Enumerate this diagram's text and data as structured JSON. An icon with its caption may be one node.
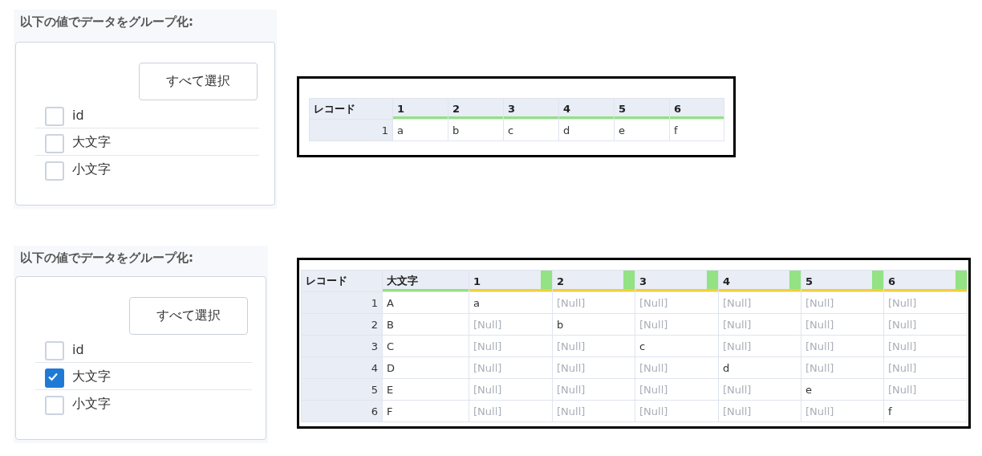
{
  "diagram": {
    "nodes": [
      {
        "text": [
          "以下の値でデータをグループ化:"
        ]
      },
      {
        "text": [
          "すべて選択"
        ],
        "in": 0
      },
      {
        "text": [
          "id"
        ],
        "in": 0
      },
      {
        "text": [],
        "shape": "box",
        "in": 2
      },
      {
        "text": [
          "大文字"
        ],
        "in": 0
      },
      {
        "text": [],
        "shape": "box",
        "in": 4
      },
      {
        "text": [
          "小文字"
        ],
        "in": 0
      },
      {
        "text": [],
        "shape": "box",
        "in": 6
      },
      {
        "text": [
          "以下の値でデータをグループ化:"
        ]
      },
      {
        "text": [
          "すべて選択"
        ],
        "in": 8
      },
      {
        "text": [
          "id"
        ],
        "in": 8
      },
      {
        "text": [],
        "shape": "box",
        "in": 10
      },
      {
        "text": [
          "大文字"
        ],
        "in": 8
      },
      {
        "text": [],
        "shape": "check",
        "in": 12
      },
      {
        "text": [
          "小文字"
        ],
        "in": 8
      },
      {
        "text": [],
        "shape": "box",
        "in": 14
      }
    ],
    "labels": [
      "レコード",
      "1",
      "2",
      "3",
      "4",
      "5",
      "6",
      "1",
      "a",
      "b",
      "c",
      "d",
      "e",
      "f",
      "レコード",
      "大文字",
      "1",
      "2",
      "3",
      "4",
      "5",
      "6",
      "1",
      "A",
      "a",
      "[Null]",
      "[Null]",
      "[Null]",
      "[Null]",
      "[Null]",
      "2",
      "B",
      "[Null]",
      "b",
      "[Null]",
      "[Null]",
      "[Null]",
      "[Null]",
      "3",
      "C",
      "[Null]",
      "[Null]",
      "c",
      "[Null]",
      "[Null]",
      "[Null]",
      "4",
      "D",
      "[Null]",
      "[Null]",
      "[Null]",
      "d",
      "[Null]",
      "[Null]",
      "5",
      "E",
      "[Null]",
      "[Null]",
      "[Null]",
      "[Null]",
      "e",
      "[Null]",
      "6",
      "F",
      "[Null]",
      "[Null]",
      "[Null]",
      "[Null]",
      "[Null]",
      "f"
    ]
  }
}
